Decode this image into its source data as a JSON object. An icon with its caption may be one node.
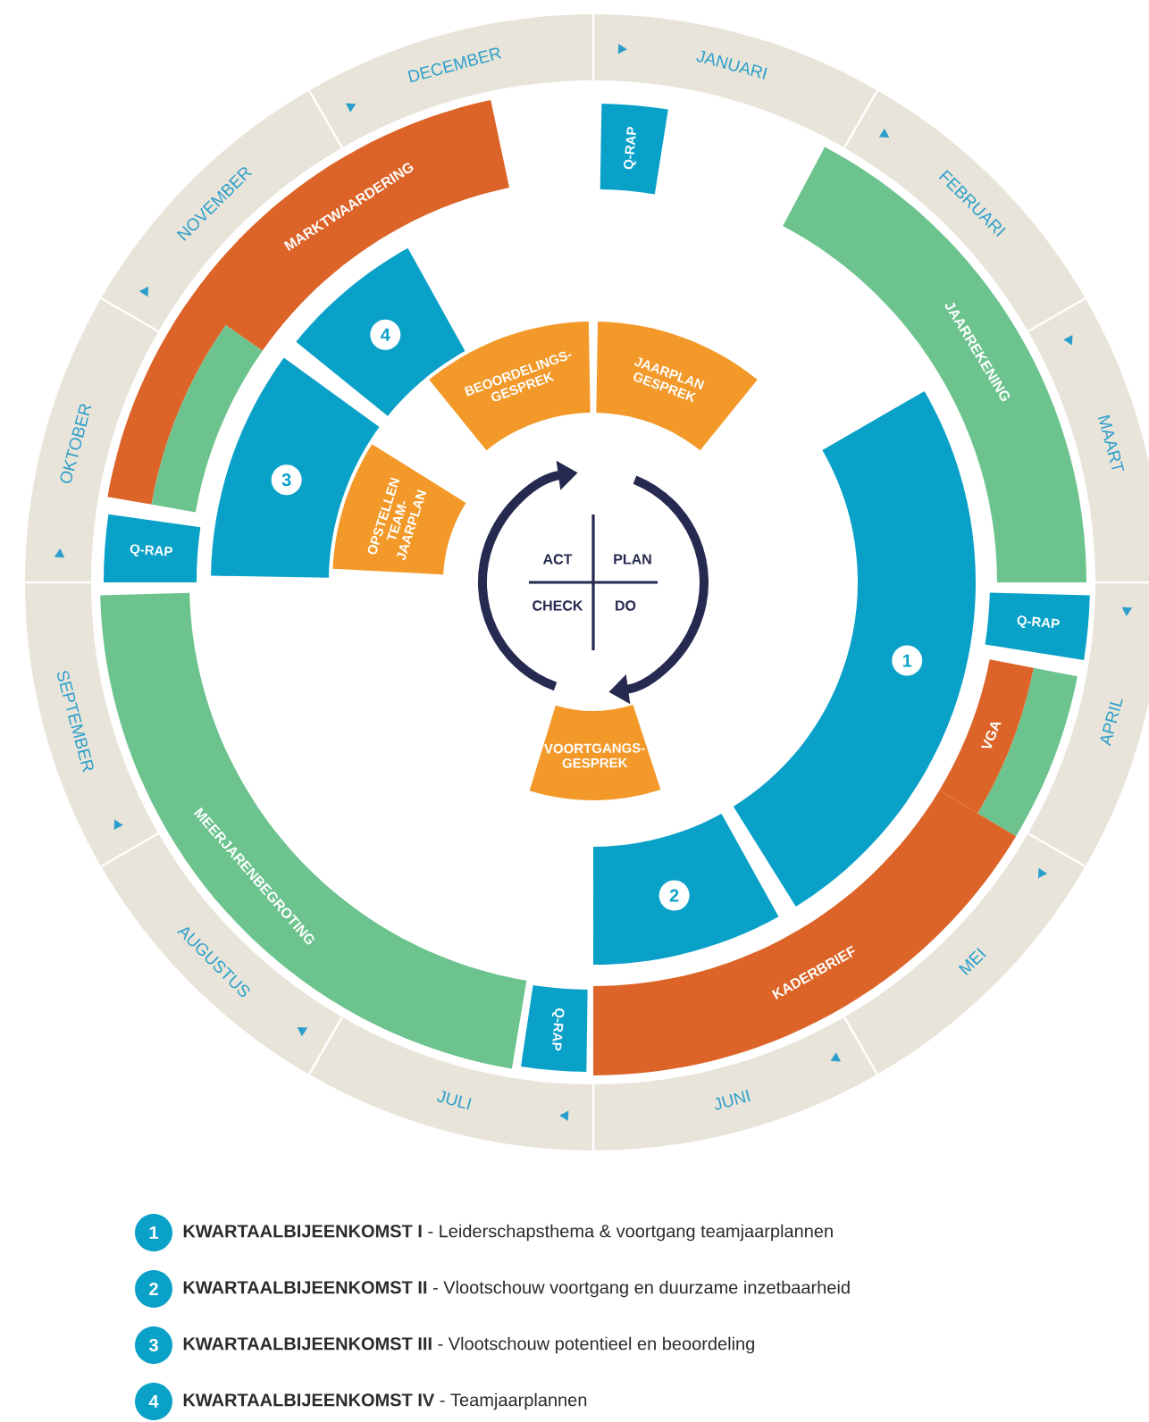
{
  "diagram": {
    "nodes": [
      {
        "text": [
          "JANUARI"
        ]
      },
      {
        "text": [
          "FEBRUARI"
        ]
      },
      {
        "text": [
          "MAART"
        ]
      },
      {
        "text": [
          "APRIL"
        ]
      },
      {
        "text": [
          "MEI"
        ]
      },
      {
        "text": [
          "JUNI"
        ]
      },
      {
        "text": [
          "JULI"
        ]
      },
      {
        "text": [
          "AUGUSTUS"
        ]
      },
      {
        "text": [
          "SEPTEMBER"
        ]
      },
      {
        "text": [
          "OKTOBER"
        ]
      },
      {
        "text": [
          "NOVEMBER"
        ]
      },
      {
        "text": [
          "DECEMBER"
        ]
      },
      {
        "text": [
          "Q-RAP"
        ]
      },
      {
        "text": [
          "MARKTWAARDERING"
        ]
      },
      {
        "text": [
          "JAARREKENING"
        ]
      },
      {
        "text": [
          "Q-RAP"
        ]
      },
      {
        "text": [
          "Q-RAP"
        ]
      },
      {
        "text": [],
        "shape": "bar"
      },
      {
        "text": [],
        "shape": "bar"
      },
      {
        "text": [
          "VGA"
        ]
      },
      {
        "text": [
          "MEERJARENBEGROTING"
        ]
      },
      {
        "text": [
          "KADERBRIEF"
        ]
      },
      {
        "text": [
          "Q-RAP"
        ]
      },
      {
        "text": [
          "4"
        ]
      },
      {
        "text": [
          "3"
        ]
      },
      {
        "text": [
          "1"
        ]
      },
      {
        "text": [
          "2"
        ]
      },
      {
        "text": [
          "BEOORDELINGS- GESPREK"
        ]
      },
      {
        "text": [
          "JAARPLAN GESPREK"
        ]
      },
      {
        "text": [
          "OPSTELLEN TEAM- JAARPLAN"
        ]
      },
      {
        "text": [
          "VOORTGANGS- GESPREK"
        ]
      },
      {
        "text": [
          "1"
        ],
        "beside": [
          "**KWARTAALBIJEENKOMST I** - Leiderschapsthema & voortgang teamjaarplannen"
        ]
      },
      {
        "text": [
          "2"
        ],
        "beside": [
          "**KWARTAALBIJEENKOMST II** - Vlootschouw voortgang en duurzame inzetbaarheid"
        ]
      },
      {
        "text": [
          "3"
        ],
        "beside": [
          "**KWARTAALBIJEENKOMST III** - Vlootschouw potentieel en beoordeling"
        ]
      },
      {
        "text": [
          "4"
        ],
        "beside": [
          "**KWARTAALBIJEENKOMST IV** - Teamjaarplannen"
        ]
      }
    ],
    "labels": [
      "ACT",
      "PLAN",
      "CHECK",
      "DO"
    ]
  }
}
